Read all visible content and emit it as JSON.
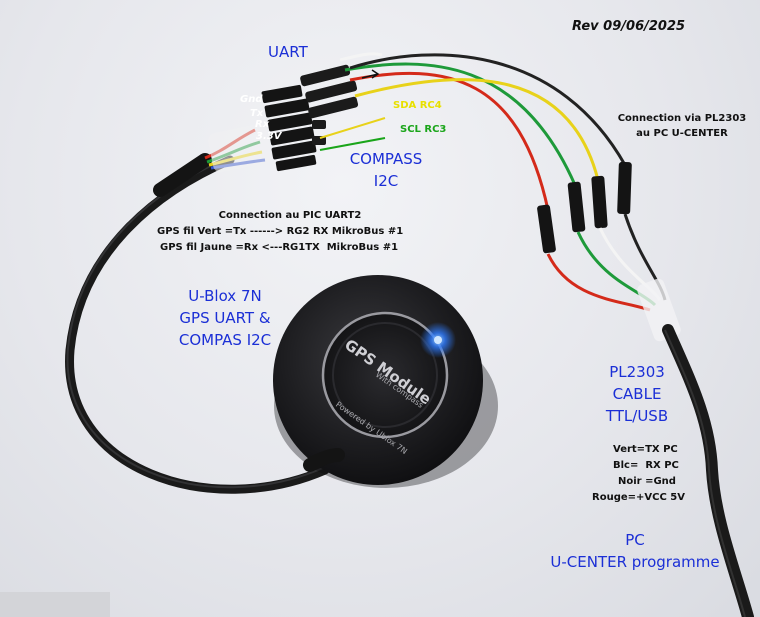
{
  "revision": "Rev 09/06/2025",
  "labels": {
    "uart": "UART",
    "compass": "COMPASS",
    "i2c": "I2C",
    "sda": "SDA RC4",
    "scl": "SCL RC3",
    "pin_gnd": "Gnd",
    "pin_tx": "Tx",
    "pin_rx": "Rx",
    "pin_33v": "3.3V"
  },
  "connection_pl2303": {
    "line1": "Connection via PL2303",
    "line2": "au PC U-CENTER"
  },
  "connection_pic": {
    "title": "Connection au PIC UART2",
    "line_green": "GPS fil Vert =Tx ------> RG2 RX MikroBus #1",
    "line_yellow": "GPS fil Jaune =Rx <---RG1TX  MikroBus #1"
  },
  "ublox": {
    "line1": "U-Blox 7N",
    "line2": "GPS UART &",
    "line3": "COMPAS I2C"
  },
  "module_print": {
    "title": "GPS Module",
    "subtitle": "With compass",
    "brand": "Powered by Ublox 7N"
  },
  "pl2303_cable": {
    "line1": "PL2303",
    "line2": "CABLE",
    "line3": "TTL/USB"
  },
  "wire_legend": {
    "vert": "Vert=TX PC",
    "blanc": "Blc=  RX PC",
    "noir": "Noir =Gnd",
    "rouge": "Rouge=+VCC 5V"
  },
  "pc": {
    "line1": "PC",
    "line2": "U-CENTER programme"
  },
  "colors": {
    "label_blue": "#1b2fd6",
    "wire_red": "#d42a1a",
    "wire_yellow": "#e8d21a",
    "wire_green": "#1e9a3a",
    "wire_white": "#f4f4f4",
    "cable_black": "#1a1a1a"
  }
}
